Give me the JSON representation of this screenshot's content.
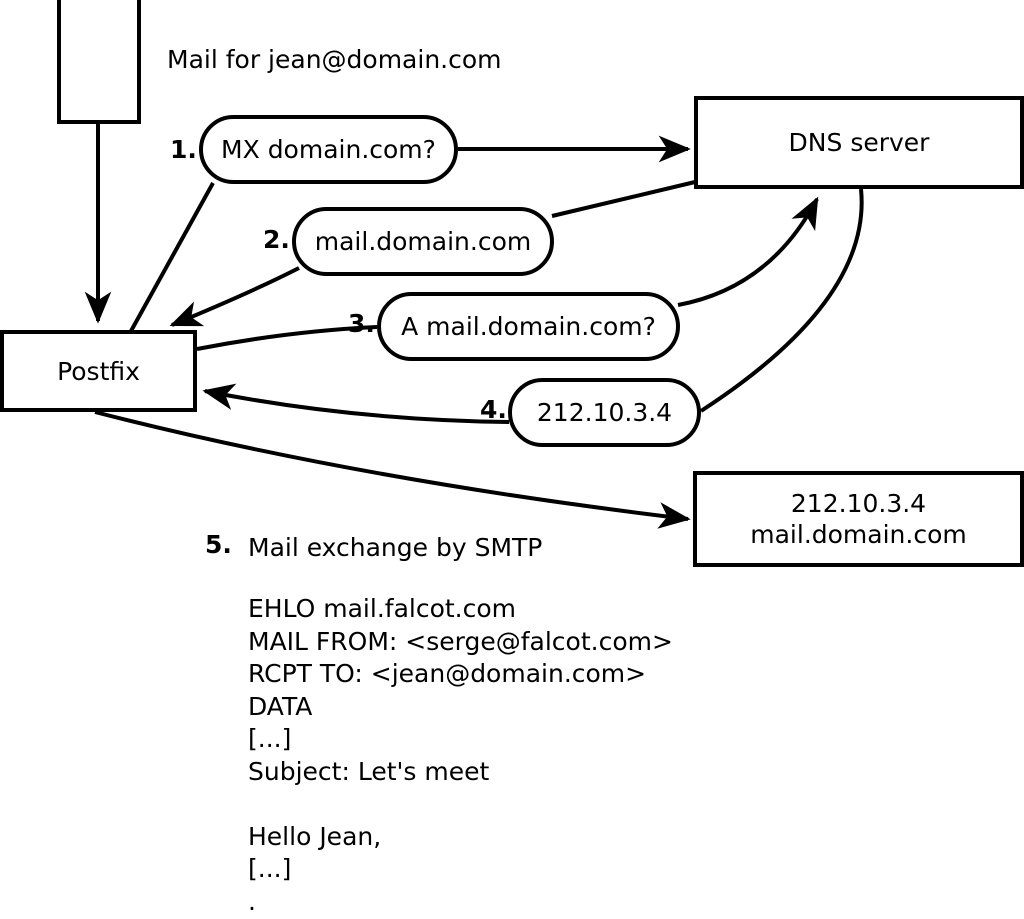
{
  "diagram": {
    "title_label": "Mail for jean@domain.com",
    "nodes": {
      "sender": {
        "label": ""
      },
      "postfix": {
        "label": "Postfix"
      },
      "dns": {
        "label": "DNS server"
      },
      "target": {
        "line1": "212.10.3.4",
        "line2": "mail.domain.com"
      }
    },
    "steps": [
      {
        "number": "1.",
        "message": "MX domain.com?"
      },
      {
        "number": "2.",
        "message": "mail.domain.com"
      },
      {
        "number": "3.",
        "message": "A mail.domain.com?"
      },
      {
        "number": "4.",
        "message": "212.10.3.4"
      },
      {
        "number": "5.",
        "message": "Mail exchange by SMTP"
      }
    ],
    "smtp_transcript": [
      "EHLO mail.falcot.com",
      "MAIL FROM: <serge@falcot.com>",
      "RCPT TO: <jean@domain.com>",
      "DATA",
      "[...]",
      "Subject: Let's meet",
      "",
      "Hello Jean,",
      "[...]",
      "."
    ],
    "colors": {
      "stroke": "#000000",
      "fill": "#ffffff"
    }
  }
}
